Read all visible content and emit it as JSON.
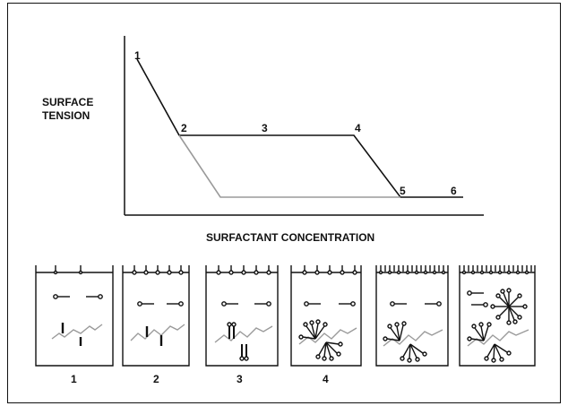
{
  "figure": {
    "y_axis_label_line1": "SURFACE",
    "y_axis_label_line2": "TENSION",
    "x_axis_label": "SURFACTANT CONCENTRATION",
    "curve_points": [
      "1",
      "2",
      "3",
      "4",
      "5",
      "6"
    ],
    "panel_labels": [
      "1",
      "2",
      "3",
      "4"
    ]
  },
  "colors": {
    "ink": "#111111",
    "gray_curve": "#9a9a9a"
  }
}
